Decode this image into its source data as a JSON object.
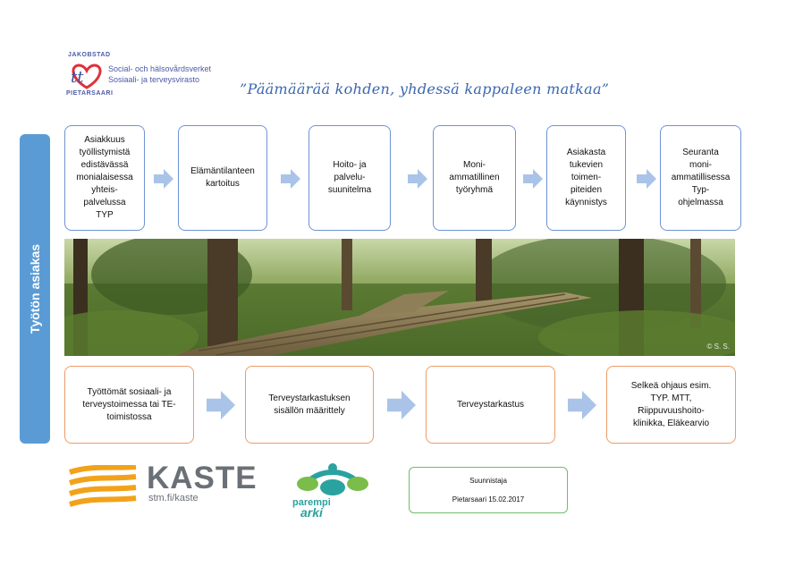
{
  "header": {
    "logo_top_text": "JAKOBSTAD",
    "logo_bottom_text": "PIETARSAARI",
    "org_line1": "Social- och hälsovårdsverket",
    "org_line2": "Sosiaali- ja terveysvirasto",
    "title": "”Päämäärää kohden, yhdessä kappaleen matkaa”"
  },
  "sidebar": {
    "label": "Työtön asiakas"
  },
  "top_row": [
    "Asiakkuus\ntyöllistymistä\nedistävässä\nmonialaisessa\nyhteis-\npalvelussa\nTYP",
    "Elämäntilanteen\nkartoitus",
    "Hoito- ja\npalvelu-\nsuunitelma",
    "Moni-\nammatillinen\ntyöryhmä",
    "Asiakasta\ntukevien\ntoimen-\npiteiden\nkäynnistys",
    "Seuranta\nmoni-\nammatillisessa\nTyp-\nohjelmassa"
  ],
  "bottom_row": [
    "Työttömät sosiaali- ja\nterveystoimessa tai TE-\ntoimistossa",
    "Terveystarkastuksen\nsisällön määrittely",
    "Terveystarkastus",
    "Selkeä ohjaus esim.\nTYP. MTT,\nRiippuvuushoito-\nklinikka, Eläkearvio"
  ],
  "photo": {
    "copyright": "© S. S."
  },
  "footer": {
    "kaste_word": "KASTE",
    "kaste_url": "stm.fi/kaste",
    "parempi": "parempi",
    "arki": "arki",
    "planner_title": "Suunnistaja",
    "planner_place_date": "Pietarsaari 15.02.2017"
  },
  "colors": {
    "sidebar": "#5b9bd5",
    "top_box_border": "#6f93d3",
    "bottom_box_border": "#ed9b6a",
    "arrow": "#a9c4e8",
    "title": "#3b66b0"
  }
}
